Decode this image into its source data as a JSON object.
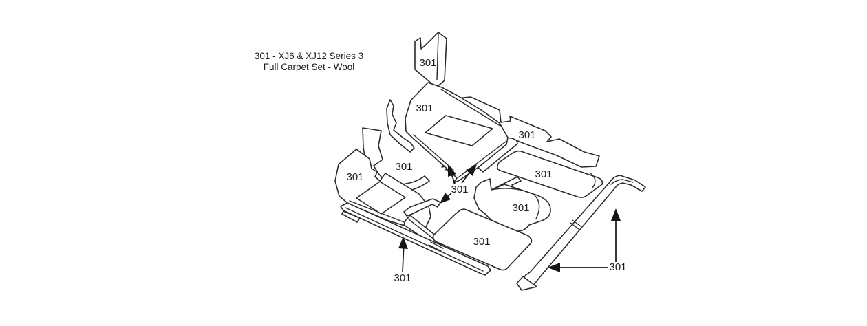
{
  "theme": {
    "background": "#ffffff",
    "ink": "#2b2b2b",
    "text_color": "#1b1b1b"
  },
  "title": {
    "line1": "301 - XJ6 & XJ12 Series 3",
    "line2": "Full Carpet Set - Wool"
  },
  "part_number": "301",
  "labels": [
    {
      "id": "top-heelboard-piece",
      "text": "301"
    },
    {
      "id": "right-front-mat",
      "text": "301"
    },
    {
      "id": "rear-shelf-strip",
      "text": "301"
    },
    {
      "id": "side-trim-piece",
      "text": "301"
    },
    {
      "id": "left-front-mat",
      "text": "301"
    },
    {
      "id": "center-sill-strips",
      "text": "301"
    },
    {
      "id": "rear-seat-mat",
      "text": "301"
    },
    {
      "id": "tunnel-piece",
      "text": "301"
    },
    {
      "id": "rear-floor-mat",
      "text": "301"
    },
    {
      "id": "left-sill-strip",
      "text": "301"
    },
    {
      "id": "right-sill-strip",
      "text": "301"
    }
  ]
}
